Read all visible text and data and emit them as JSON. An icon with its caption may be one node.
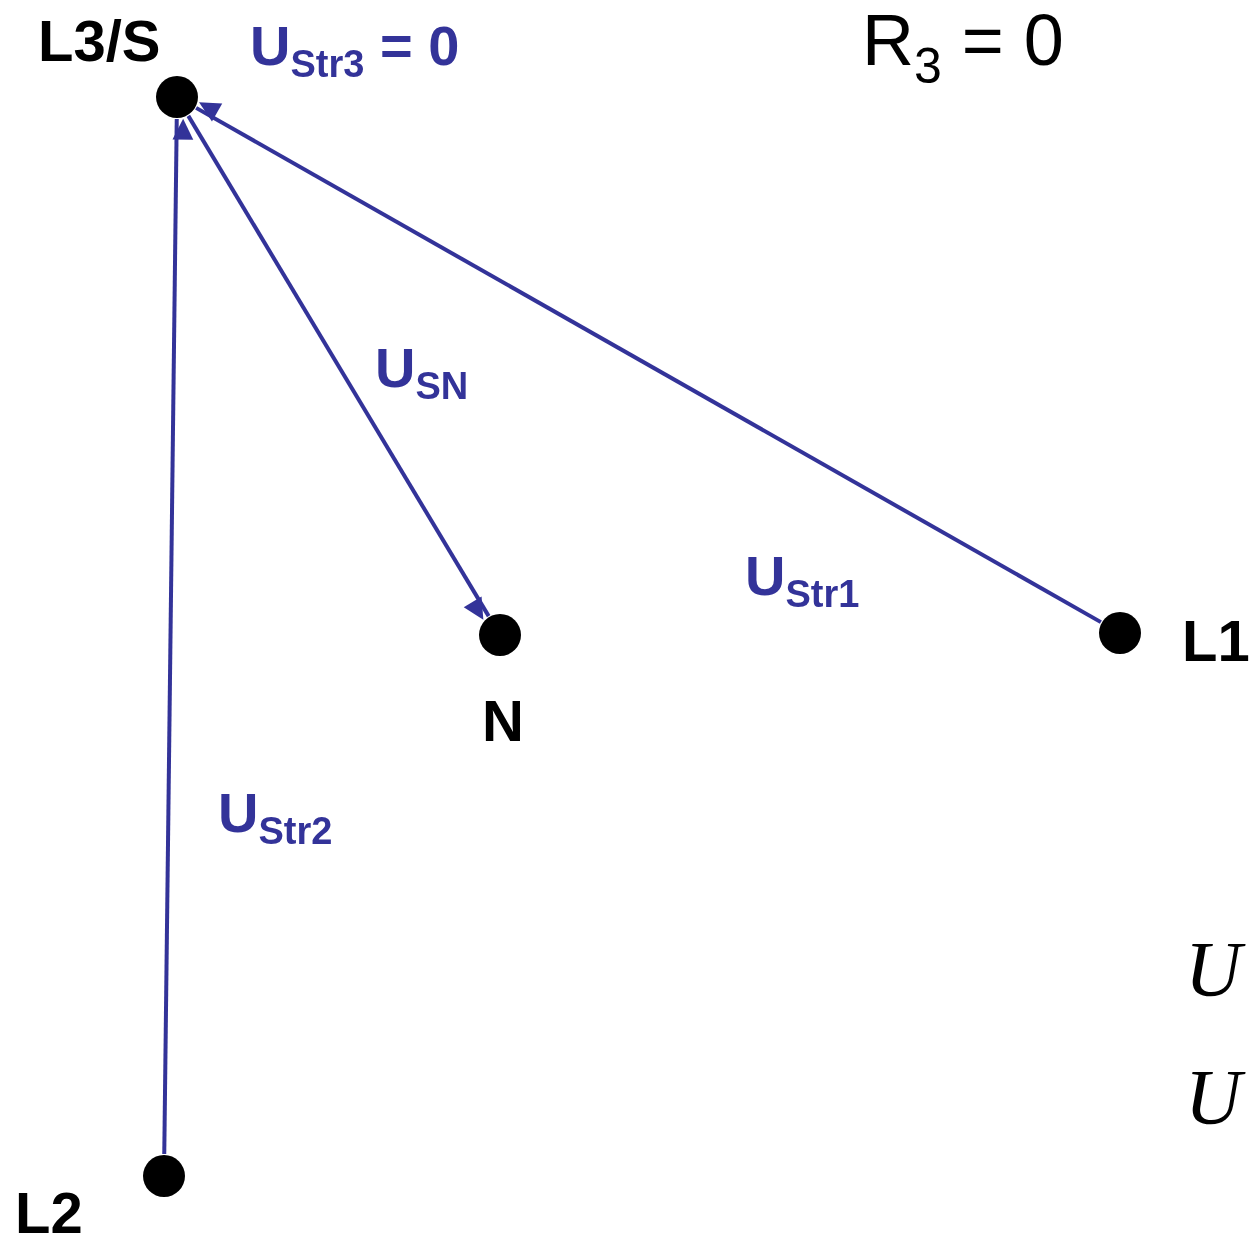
{
  "diagram": {
    "nodes": [
      {
        "text": [],
        "shape": "circle",
        "beside": [
          "L3/S"
        ]
      },
      {
        "text": [],
        "shape": "circle",
        "beside": [
          "N"
        ]
      },
      {
        "text": [],
        "shape": "circle",
        "beside": [
          "L1"
        ]
      },
      {
        "text": [],
        "shape": "circle",
        "beside": [
          "L2"
        ]
      }
    ],
    "edges": [
      {
        "from": 2,
        "to": 0,
        "arrow": "to",
        "label": "U$_{Str1}$"
      },
      {
        "from": 0,
        "to": 1,
        "arrow": "to",
        "label": "U$_{SN}$"
      },
      {
        "from": 3,
        "to": 0,
        "arrow": "to",
        "label": "U$_{Str2}$"
      }
    ],
    "labels": [
      "R$_{3}$ = 0",
      "U$_{Str3}$ = 0",
      "U",
      "U"
    ]
  }
}
